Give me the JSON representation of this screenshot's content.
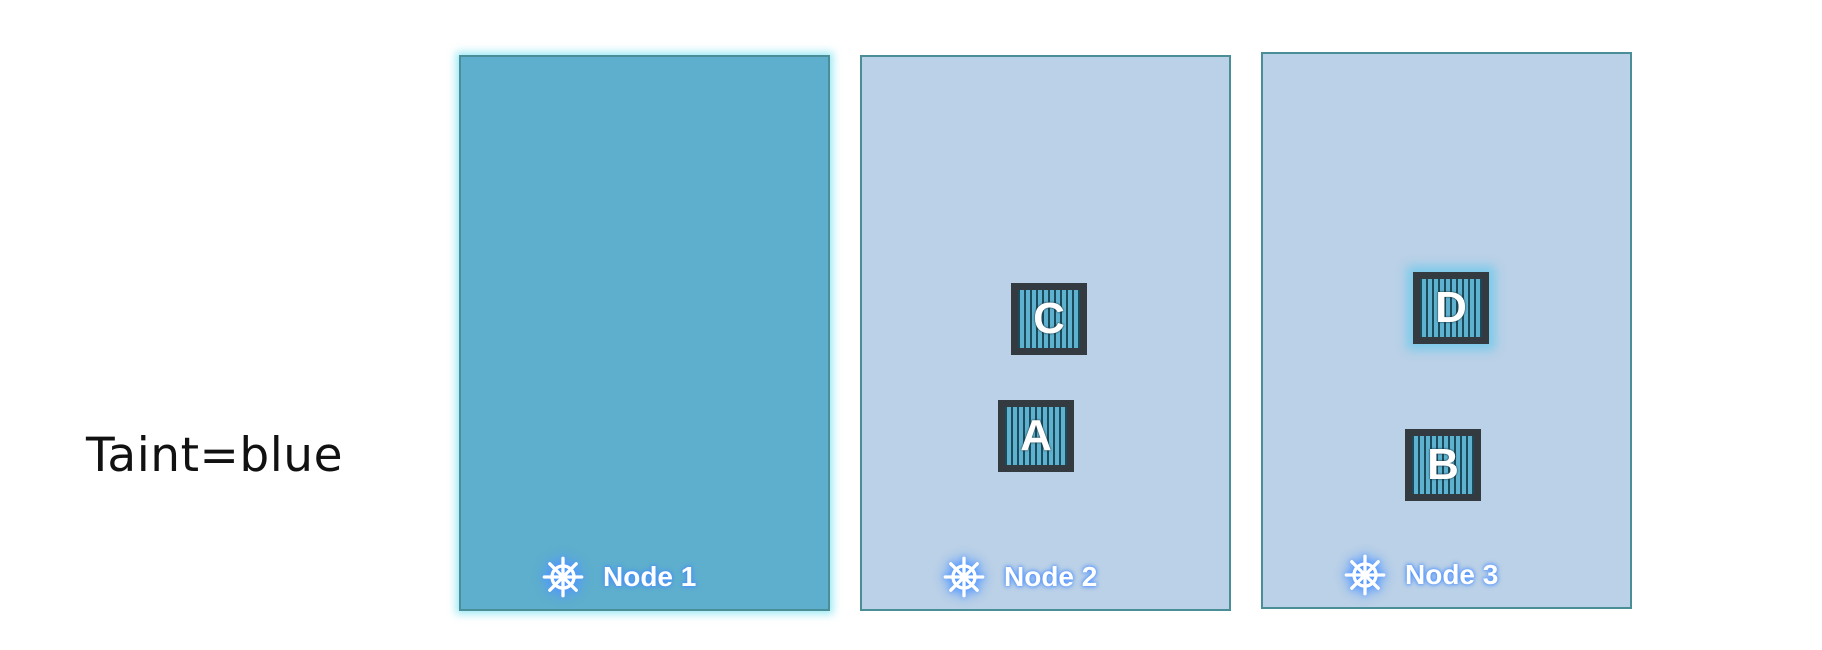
{
  "taint_label": "Taint=blue",
  "nodes": [
    {
      "label": "Node 1",
      "icon": "helm-wheel-icon",
      "color": "#5eafcd",
      "tainted": true
    },
    {
      "label": "Node 2",
      "icon": "helm-wheel-icon",
      "color": "#bbd1e7",
      "tainted": false
    },
    {
      "label": "Node 3",
      "icon": "helm-wheel-icon",
      "color": "#bbd1e7",
      "tainted": false
    }
  ],
  "pods": {
    "c": "C",
    "a": "A",
    "d": "D",
    "b": "B"
  }
}
